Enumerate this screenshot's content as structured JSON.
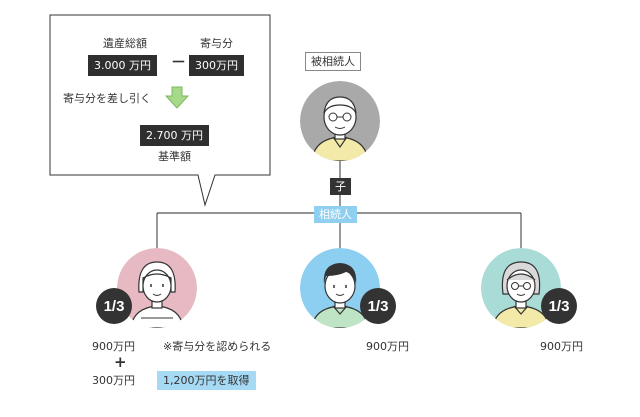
{
  "calc": {
    "total_label": "遺産総額",
    "total_value": "3.000 万円",
    "minus": "－",
    "contribution_label": "寄与分",
    "contribution_value": "300万円",
    "deduct_note": "寄与分を差し引く",
    "base_value": "2.700 万円",
    "base_label": "基準額"
  },
  "decedent": {
    "label": "被相続人"
  },
  "relation": {
    "child_label": "子",
    "heirs_label": "相続人"
  },
  "heirs": [
    {
      "share": "1/3",
      "amount": "900万円",
      "extra_amount": "300万円",
      "plus": "+",
      "note": "※寄与分を認められる",
      "result": "1,200万円を取得"
    },
    {
      "share": "1/3",
      "amount": "900万円"
    },
    {
      "share": "1/3",
      "amount": "900万円"
    }
  ],
  "colors": {
    "decedent_bg": "#a9a9a9",
    "heir1_bg": "#e7b9c3",
    "heir2_bg": "#8ccff0",
    "heir3_bg": "#a9dcd7",
    "heirs_label_bg": "#8fd0f0",
    "result_bg": "#a6d9f3",
    "badge": "#333333"
  }
}
